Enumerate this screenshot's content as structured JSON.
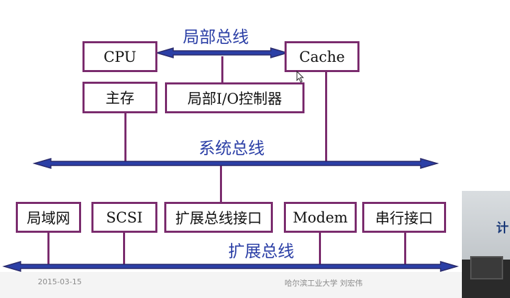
{
  "diagram": {
    "buses": {
      "local": "局部总线",
      "system": "系统总线",
      "expansion": "扩展总线"
    },
    "boxes": {
      "cpu": "CPU",
      "cache": "Cache",
      "main_memory": "主存",
      "local_io_controller": "局部I/O控制器",
      "lan": "局域网",
      "scsi": "SCSI",
      "expansion_bus_interface": "扩展总线接口",
      "modem": "Modem",
      "serial_interface": "串行接口"
    }
  },
  "footer": {
    "date": "2015-03-15",
    "author": "哈尔滨工业大学   刘宏伟"
  },
  "video_overlay": {
    "visible_text": "计"
  },
  "colors": {
    "box_border": "#7a2b6d",
    "wire": "#7a2b6d",
    "bus_fill": "#2b3fa6",
    "bus_outline": "#2a2a6a",
    "bus_label": "#2b3fa6"
  }
}
